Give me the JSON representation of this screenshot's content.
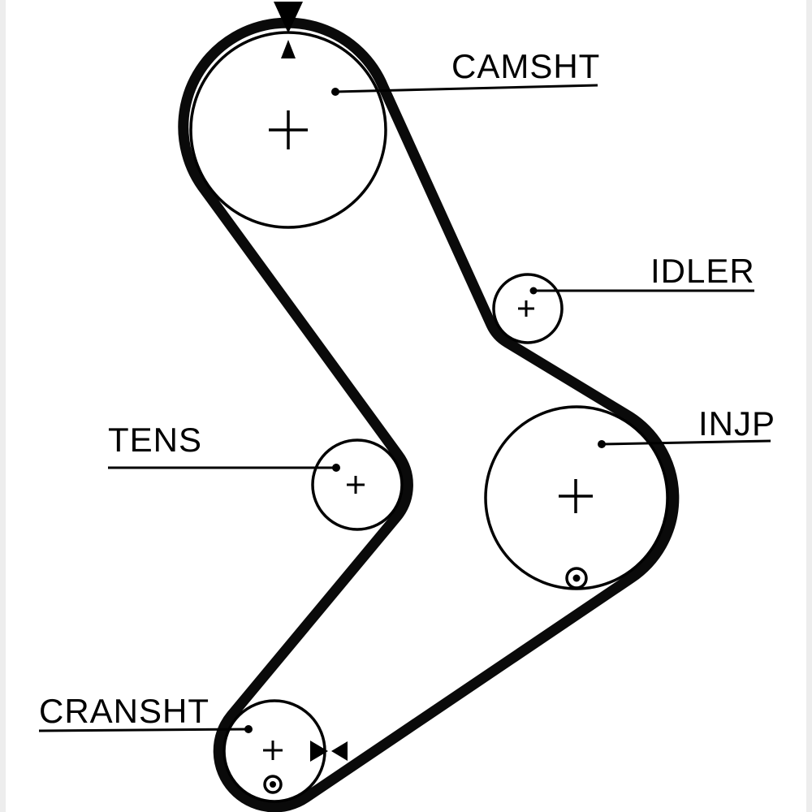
{
  "page": {
    "background": "#ffffff",
    "ink": "#000000",
    "edge_band": "#ededed"
  },
  "labels": {
    "camshaft": "CAMSHT",
    "idler": "IDLER",
    "injection_pump": "INJP",
    "tensioner": "TENS",
    "crankshaft": "CRANSHT"
  }
}
